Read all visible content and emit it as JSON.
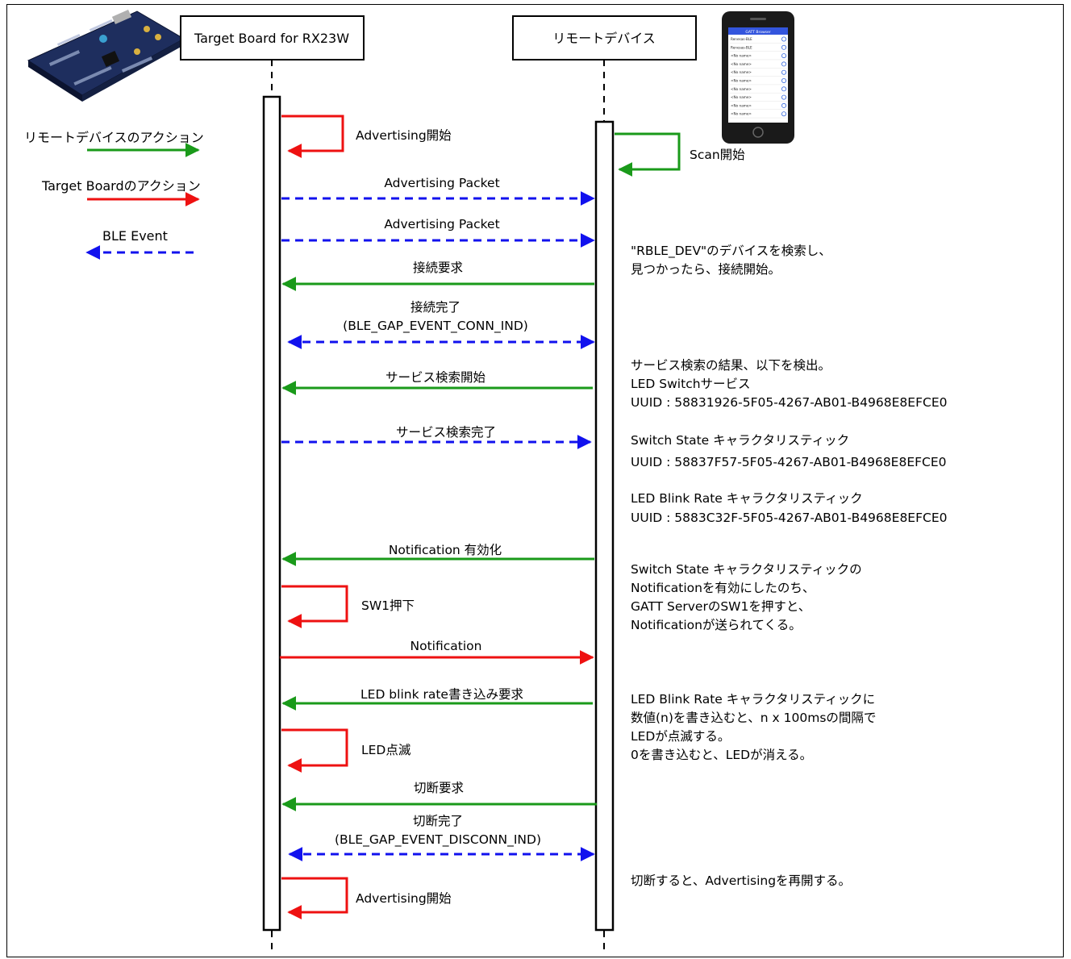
{
  "participants": {
    "board": "Target Board for RX23W",
    "remote": "リモートデバイス"
  },
  "legend": {
    "remote_action": "リモートデバイスのアクション",
    "board_action": "Target Boardのアクション",
    "ble_event": "BLE Event"
  },
  "colors": {
    "remote_action": "#1a9a1a",
    "board_action": "#ee1111",
    "ble_event": "#1111ee"
  },
  "phone": {
    "header": "GATT Browser",
    "rows": [
      "Renesas-BLE",
      "Renesas-BLE",
      "<No name>",
      "<No name>",
      "<No name>",
      "<No name>",
      "<No name>",
      "<No name>",
      "<No name>",
      "<No name>"
    ]
  },
  "messages": {
    "adv_start_1": "Advertising開始",
    "scan_start": "Scan開始",
    "adv_packet_1": "Advertising Packet",
    "adv_packet_2": "Advertising Packet",
    "conn_req": "接続要求",
    "conn_done_1": "接続完了",
    "conn_done_2": "(BLE_GAP_EVENT_CONN_IND)",
    "svc_disc_start": "サービス検索開始",
    "svc_disc_done": "サービス検索完了",
    "notif_enable": "Notification 有効化",
    "sw1": "SW1押下",
    "notification": "Notification",
    "blink_write": "LED blink rate書き込み要求",
    "led_blink": "LED点滅",
    "disc_req": "切断要求",
    "disc_done_1": "切断完了",
    "disc_done_2": "(BLE_GAP_EVENT_DISCONN_IND)",
    "adv_start_2": "Advertising開始"
  },
  "notes": {
    "search_1": "\"RBLE_DEV\"のデバイスを検索し、",
    "search_2": "見つかったら、接続開始。",
    "svc_1": "サービス検索の結果、以下を検出。",
    "svc_2": "LED Switchサービス",
    "svc_3": "UUID : 58831926-5F05-4267-AB01-B4968E8EFCE0",
    "sw_state_1": "Switch State キャラクタリスティック",
    "sw_state_2": "UUID : 58837F57-5F05-4267-AB01-B4968E8EFCE0",
    "blink_1": "LED Blink Rate キャラクタリスティック",
    "blink_2": "UUID : 5883C32F-5F05-4267-AB01-B4968E8EFCE0",
    "notif_1": "Switch State キャラクタリスティックの",
    "notif_2": "Notificationを有効にしたのち、",
    "notif_3": "GATT ServerのSW1を押すと、",
    "notif_4": "Notificationが送られてくる。",
    "write_1": "LED Blink Rate  キャラクタリスティックに",
    "write_2": "数値(n)を書き込むと、n x 100msの間隔で",
    "write_3": "LEDが点滅する。",
    "write_4": "0を書き込むと、LEDが消える。",
    "restart": "切断すると、Advertisingを再開する。"
  }
}
